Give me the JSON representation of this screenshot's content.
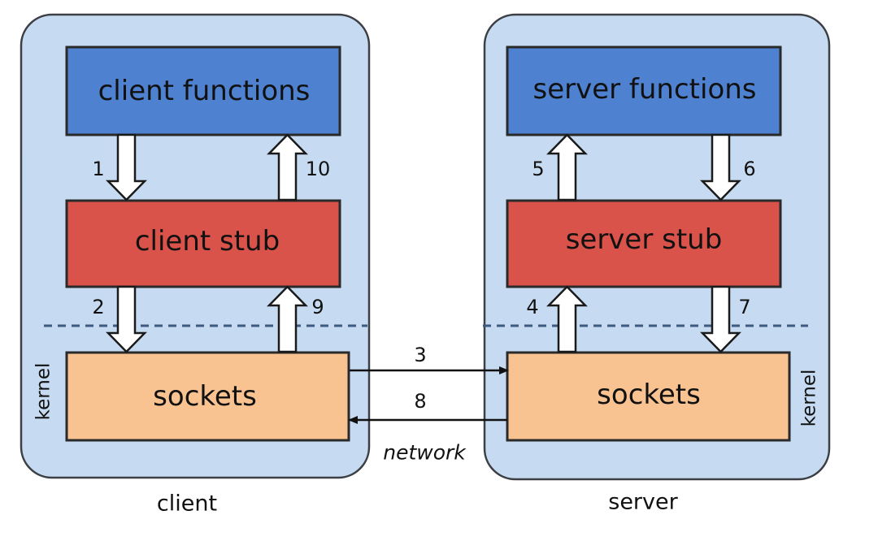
{
  "colors": {
    "panel_fill": "#c6dbf1",
    "panel_stroke": "#3c3f44",
    "functions_fill": "#4f81d1",
    "stub_fill": "#d9534b",
    "sockets_fill": "#f8c291",
    "dashed_line": "#3d5a80"
  },
  "client": {
    "caption": "client",
    "kernel_label": "kernel",
    "functions": "client functions",
    "stub": "client stub",
    "sockets": "sockets"
  },
  "server": {
    "caption": "server",
    "kernel_label": "kernel",
    "functions": "server functions",
    "stub": "server stub",
    "sockets": "sockets"
  },
  "network_label": "network",
  "steps": {
    "s1": "1",
    "s2": "2",
    "s3": "3",
    "s4": "4",
    "s5": "5",
    "s6": "6",
    "s7": "7",
    "s8": "8",
    "s9": "9",
    "s10": "10"
  }
}
